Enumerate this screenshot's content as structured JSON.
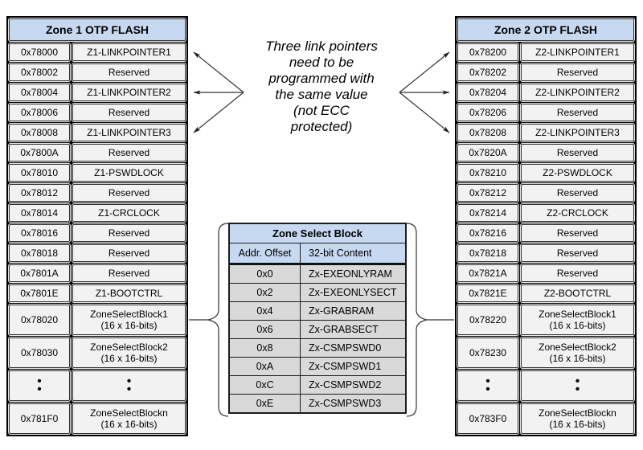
{
  "colors": {
    "header_blue": "#c6d9f1",
    "zone_cell_bg": "#f2f2f2",
    "select_cell_bg": "#d9d9d9",
    "line_color": "#2b2b2b"
  },
  "note": {
    "text": "Three link pointers\nneed to be\nprogrammed with\nthe same value\n(not ECC\nprotected)"
  },
  "zone1": {
    "title": "Zone 1 OTP FLASH",
    "rows": [
      {
        "addr": "0x78000",
        "content": "Z1-LINKPOINTER1"
      },
      {
        "addr": "0x78002",
        "content": "Reserved"
      },
      {
        "addr": "0x78004",
        "content": "Z1-LINKPOINTER2"
      },
      {
        "addr": "0x78006",
        "content": "Reserved"
      },
      {
        "addr": "0x78008",
        "content": "Z1-LINKPOINTER3"
      },
      {
        "addr": "0x7800A",
        "content": "Reserved"
      },
      {
        "addr": "0x78010",
        "content": "Z1-PSWDLOCK"
      },
      {
        "addr": "0x78012",
        "content": "Reserved"
      },
      {
        "addr": "0x78014",
        "content": "Z1-CRCLOCK"
      },
      {
        "addr": "0x78016",
        "content": "Reserved"
      },
      {
        "addr": "0x78018",
        "content": "Reserved"
      },
      {
        "addr": "0x7801A",
        "content": "Reserved"
      },
      {
        "addr": "0x7801E",
        "content": "Z1-BOOTCTRL"
      },
      {
        "addr": "0x78020",
        "content": "ZoneSelectBlock1",
        "line2": "(16 x 16-bits)"
      },
      {
        "addr": "0x78030",
        "content": "ZoneSelectBlock2",
        "line2": "(16 x 16-bits)"
      },
      {
        "dots": "•\n•"
      },
      {
        "addr": "0x781F0",
        "content": "ZoneSelectBlockn",
        "line2": "(16 x 16-bits)"
      }
    ]
  },
  "zone2": {
    "title": "Zone 2 OTP FLASH",
    "rows": [
      {
        "addr": "0x78200",
        "content": "Z2-LINKPOINTER1"
      },
      {
        "addr": "0x78202",
        "content": "Reserved"
      },
      {
        "addr": "0x78204",
        "content": "Z2-LINKPOINTER2"
      },
      {
        "addr": "0x78206",
        "content": "Reserved"
      },
      {
        "addr": "0x78208",
        "content": "Z2-LINKPOINTER3"
      },
      {
        "addr": "0x7820A",
        "content": "Reserved"
      },
      {
        "addr": "0x78210",
        "content": "Z2-PSWDLOCK"
      },
      {
        "addr": "0x78212",
        "content": "Reserved"
      },
      {
        "addr": "0x78214",
        "content": "Z2-CRCLOCK"
      },
      {
        "addr": "0x78216",
        "content": "Reserved"
      },
      {
        "addr": "0x78218",
        "content": "Reserved"
      },
      {
        "addr": "0x7821A",
        "content": "Reserved"
      },
      {
        "addr": "0x7821E",
        "content": "Z2-BOOTCTRL"
      },
      {
        "addr": "0x78220",
        "content": "ZoneSelectBlock1",
        "line2": "(16 x 16-bits)"
      },
      {
        "addr": "0x78230",
        "content": "ZoneSelectBlock2",
        "line2": "(16 x 16-bits)"
      },
      {
        "dots": "•\n•"
      },
      {
        "addr": "0x783F0",
        "content": "ZoneSelectBlockn",
        "line2": "(16 x 16-bits)"
      }
    ]
  },
  "zone_select": {
    "title": "Zone Select Block",
    "col_offset": "Addr. Offset",
    "col_content": "32-bit Content",
    "rows": [
      {
        "offset": "0x0",
        "content": "Zx-EXEONLYRAM"
      },
      {
        "offset": "0x2",
        "content": "Zx-EXEONLYSECT"
      },
      {
        "offset": "0x4",
        "content": "Zx-GRABRAM"
      },
      {
        "offset": "0x6",
        "content": "Zx-GRABSECT"
      },
      {
        "offset": "0x8",
        "content": "Zx-CSMPSWD0"
      },
      {
        "offset": "0xA",
        "content": "Zx-CSMPSWD1"
      },
      {
        "offset": "0xC",
        "content": "Zx-CSMPSWD2"
      },
      {
        "offset": "0xE",
        "content": "Zx-CSMPSWD3"
      }
    ]
  }
}
